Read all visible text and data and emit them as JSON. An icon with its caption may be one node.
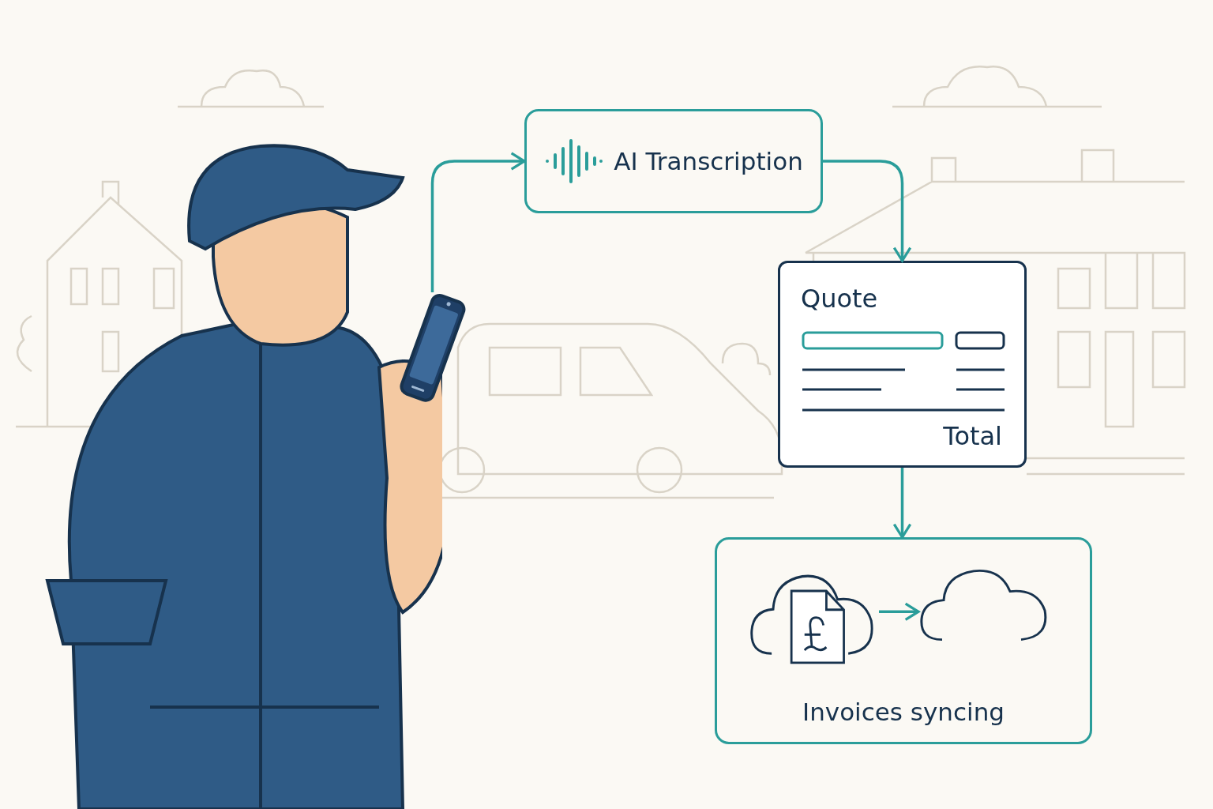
{
  "diagram": {
    "nodes": [
      {
        "text": [],
        "shape": "picture"
      },
      {
        "text": [
          "AI Transcription"
        ]
      },
      {
        "text": [
          "Quote",
          "Total"
        ]
      },
      {
        "text": [
          "Invoices syncing"
        ]
      },
      {
        "text": [],
        "shape": "cloud",
        "in": 3
      },
      {
        "text": [],
        "shape": "cloud",
        "in": 3
      }
    ],
    "edges": [
      {
        "from": 0,
        "to": 1,
        "arrow": "to"
      },
      {
        "from": 1,
        "to": 2,
        "arrow": "to"
      },
      {
        "from": 2,
        "to": 3,
        "arrow": "to"
      },
      {
        "from": 4,
        "to": 5,
        "arrow": "to"
      }
    ]
  }
}
